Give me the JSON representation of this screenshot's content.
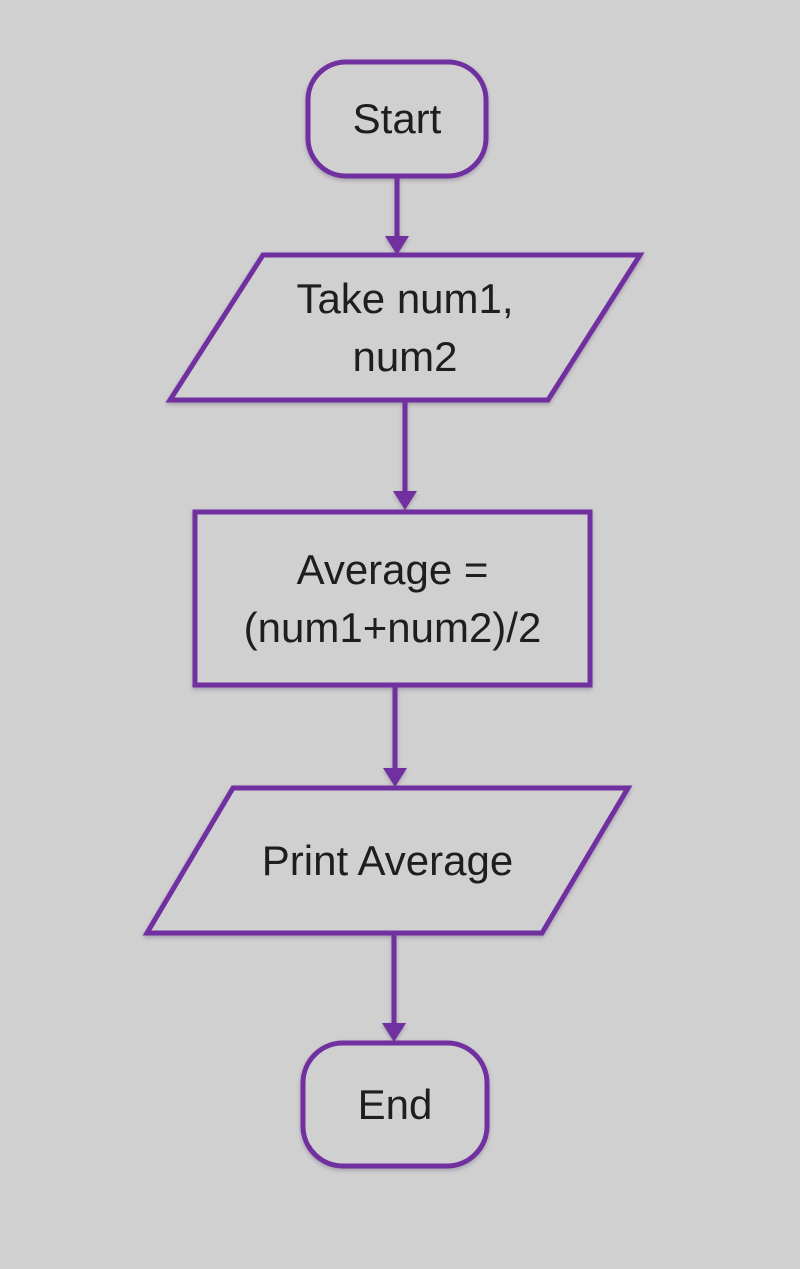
{
  "theme": {
    "background": "#d1d0d1",
    "stroke": "#7030a0",
    "text_color": "#1e1e1e"
  },
  "flowchart": {
    "nodes": {
      "start": {
        "type": "terminator",
        "label": "Start"
      },
      "input": {
        "type": "input-parallelogram",
        "line1": "Take num1,",
        "line2": "num2"
      },
      "process": {
        "type": "process-rectangle",
        "line1": "Average =",
        "line2": "(num1+num2)/2"
      },
      "output": {
        "type": "output-parallelogram",
        "label": "Print Average"
      },
      "end": {
        "type": "terminator",
        "label": "End"
      }
    },
    "connectors": [
      {
        "from": "start",
        "to": "input"
      },
      {
        "from": "input",
        "to": "process"
      },
      {
        "from": "process",
        "to": "output"
      },
      {
        "from": "output",
        "to": "end"
      }
    ]
  }
}
